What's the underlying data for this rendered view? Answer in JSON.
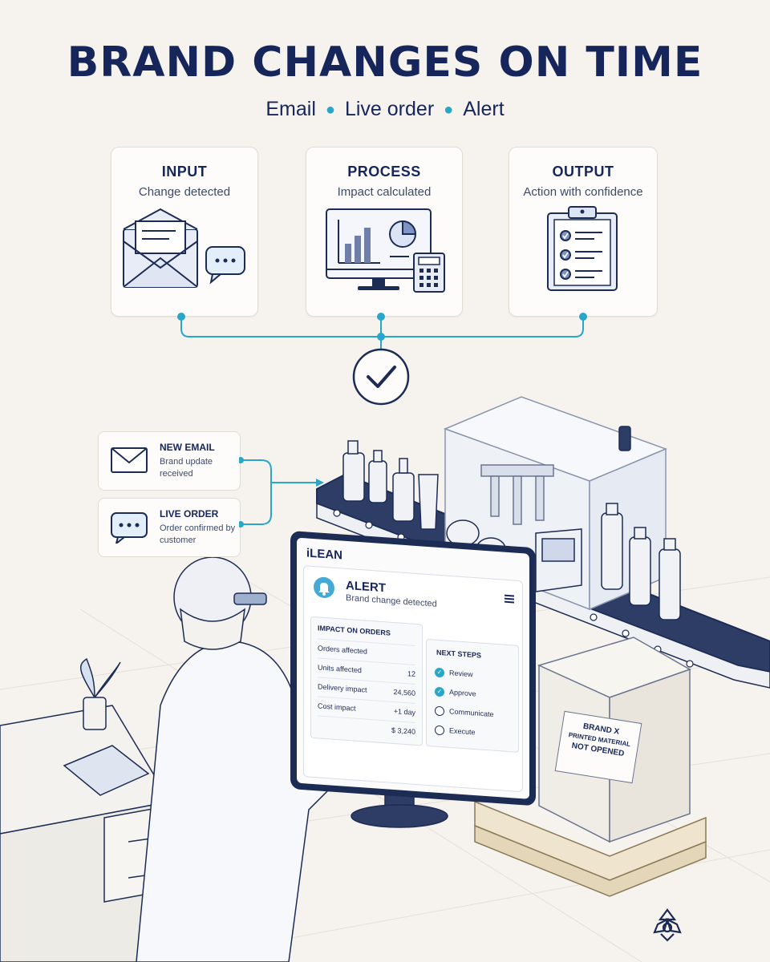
{
  "title": "BRAND CHANGES ON TIME",
  "subtitle": {
    "items": [
      "Email",
      "Live order",
      "Alert"
    ]
  },
  "flow": [
    {
      "title": "INPUT",
      "desc": "Change detected",
      "icon": "envelope-chat-icon"
    },
    {
      "title": "PROCESS",
      "desc": "Impact calculated",
      "icon": "monitor-chart-calculator-icon"
    },
    {
      "title": "OUTPUT",
      "desc": "Action with confidence",
      "icon": "clipboard-checklist-icon"
    }
  ],
  "inputs": [
    {
      "title": "NEW EMAIL",
      "desc": "Brand update received",
      "icon": "envelope-icon"
    },
    {
      "title": "LIVE ORDER",
      "desc": "Order confirmed by customer",
      "icon": "chat-bubble-icon"
    }
  ],
  "screen": {
    "brand": "iLEAN",
    "alert_title": "ALERT",
    "alert_sub": "Brand change detected",
    "impact_header": "IMPACT ON ORDERS",
    "impact": [
      {
        "label": "Orders affected",
        "value": ""
      },
      {
        "label": "Units affected",
        "value": "12"
      },
      {
        "label": "Delivery impact",
        "value": "24,560"
      },
      {
        "label": "Cost impact",
        "value": "+1 day"
      },
      {
        "label": "",
        "value": "$ 3,240"
      }
    ],
    "steps_header": "NEXT STEPS",
    "steps": [
      {
        "label": "Review",
        "done": true
      },
      {
        "label": "Approve",
        "done": true
      },
      {
        "label": "Communicate",
        "done": false
      },
      {
        "label": "Execute",
        "done": false
      }
    ]
  },
  "pallet_label": {
    "line1": "BRAND X",
    "line2": "PRINTED MATERIAL",
    "line3": "NOT OPENED"
  },
  "colors": {
    "navy": "#16265a",
    "accent": "#2aa6c9",
    "background": "#f6f3ee"
  }
}
